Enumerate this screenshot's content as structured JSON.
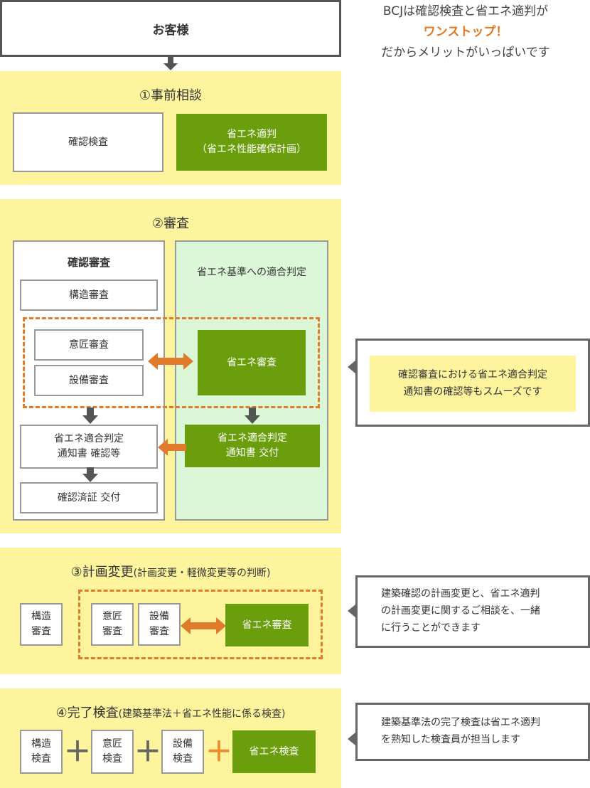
{
  "customer": {
    "label": "お客様"
  },
  "tagline": {
    "line1": "BCJは確認検査と省エネ適判が",
    "line2": "ワンストップ！",
    "line3": "だからメリットがいっぱいです"
  },
  "step1": {
    "title": "①事前相談",
    "box_check": "確認検査",
    "box_energy_line1": "省エネ適判",
    "box_energy_line2": "（省エネ性能確保計画）"
  },
  "step2": {
    "title": "②審査",
    "left_title": "確認審査",
    "structure": "構造審査",
    "design": "意匠審査",
    "equipment": "設備審査",
    "notice_line1": "省エネ適合判定",
    "notice_line2": "通知書 確認等",
    "certificate": "確認済証 交付",
    "right_title": "省エネ基準への適合判定",
    "energy_review": "省エネ審査",
    "energy_notice_line1": "省エネ適合判定",
    "energy_notice_line2": "通知書 交付",
    "note_line1": "確認審査における省エネ適合判定",
    "note_line2": "通知書の確認等もスムーズです"
  },
  "step3": {
    "title": "③計画変更",
    "title_sub": "(計画変更・軽微変更等の判断)",
    "structure_l1": "構造",
    "structure_l2": "審査",
    "design_l1": "意匠",
    "design_l2": "審査",
    "equipment_l1": "設備",
    "equipment_l2": "審査",
    "energy_review": "省エネ審査",
    "note_line1": "建築確認の計画変更と、省エネ適判",
    "note_line2": "の計画変更に関するご相談を、一緒",
    "note_line3": "に行うことができます"
  },
  "step4": {
    "title": "④完了検査",
    "title_sub": "(建築基準法＋省エネ性能に係る検査)",
    "structure_l1": "構造",
    "structure_l2": "検査",
    "design_l1": "意匠",
    "design_l2": "検査",
    "equipment_l1": "設備",
    "equipment_l2": "検査",
    "energy_inspection": "省エネ検査",
    "plus": "＋",
    "note_line1": "建築基準法の完了検査は省エネ適判",
    "note_line2": "を熟知した検査員が担当します"
  },
  "colors": {
    "panel": "#fdf49d",
    "green": "#6a9e0c",
    "orange": "#e07b2c",
    "light_green": "#dcf7d8",
    "gray_arrow": "#555555"
  }
}
